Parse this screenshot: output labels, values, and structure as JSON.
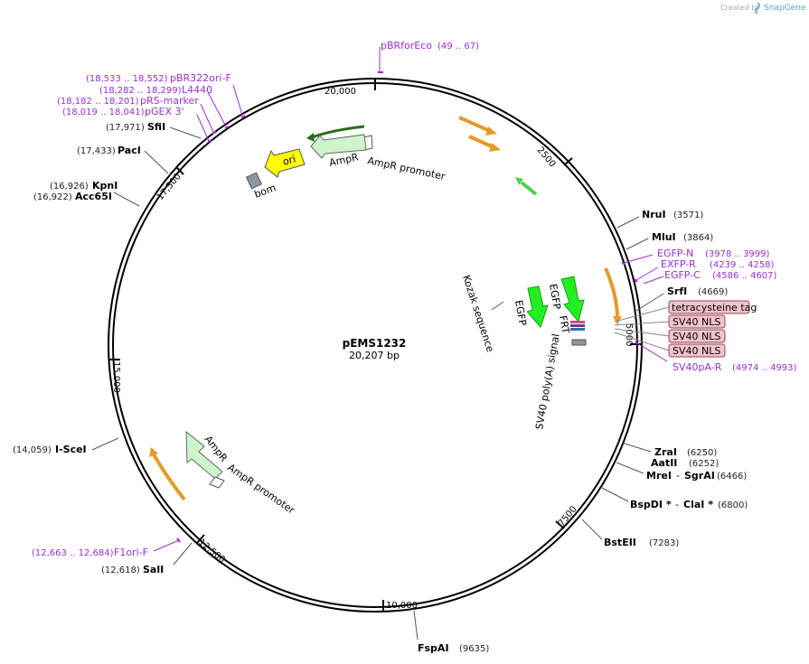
{
  "credit": {
    "created_by": "Created by",
    "brand": "SnapGene"
  },
  "plasmid": {
    "name": "pEMS1232",
    "length": "20,207 bp"
  },
  "ticks": [
    "20,000",
    "2500",
    "5000",
    "7500",
    "10,000",
    "12,500",
    "15,000",
    "17,500"
  ],
  "enzymes": [
    {
      "name": "NruI",
      "pos": "(3571)"
    },
    {
      "name": "MluI",
      "pos": "(3864)"
    },
    {
      "name": "SrfI",
      "pos": "(4669)"
    },
    {
      "name": "ZraI",
      "pos": "(6250)"
    },
    {
      "name": "AatII",
      "pos": "(6252)"
    },
    {
      "name": "MreI",
      "sep": "- ",
      "name2": "SgrAI",
      "pos": "(6466)"
    },
    {
      "name": "BspDI *",
      "sep": "- ",
      "name2": "ClaI *",
      "pos": "(6800)"
    },
    {
      "name": "BstEII",
      "pos": "(7283)"
    },
    {
      "name": "FspAI",
      "pos": "(9635)"
    },
    {
      "name": "SalI",
      "pos": "(12,618)"
    },
    {
      "name": "I-SceI",
      "pos": "(14,059)"
    },
    {
      "name": "Acc65I",
      "pos": "(16,922)"
    },
    {
      "name": "KpnI",
      "pos": "(16,926)"
    },
    {
      "name": "PacI",
      "pos": "(17,433)"
    },
    {
      "name": "SfiI",
      "pos": "(17,971)"
    }
  ],
  "primers": [
    {
      "name": "pBRforEco",
      "pos": "(49 .. 67)"
    },
    {
      "name": "EGFP-N",
      "pos": "(3978 .. 3999)"
    },
    {
      "name": "EXFP-R",
      "pos": "(4239 .. 4258)"
    },
    {
      "name": "EGFP-C",
      "pos": "(4586 .. 4607)"
    },
    {
      "name": "SV40pA-R",
      "pos": "(4974 .. 4993)"
    },
    {
      "name": "F1ori-F",
      "pos": "(12,663 .. 12,684)"
    },
    {
      "name": "pBR322ori-F",
      "pos": "(18,533 .. 18,552)"
    },
    {
      "name": "L4440",
      "pos": "(18,282 .. 18,299)"
    },
    {
      "name": "pRS-marker",
      "pos": "(18,182 .. 18,201)"
    },
    {
      "name": "pGEX 3'",
      "pos": "(18,019 .. 18,041)"
    }
  ],
  "features": {
    "tetracysteine": "tetracysteine tag",
    "sv40nls": [
      "SV40 NLS",
      "SV40 NLS",
      "SV40 NLS"
    ],
    "ampr_top": "AmpR",
    "ampr_promoter_top": "AmpR promoter",
    "ori": "ori",
    "bom": "bom",
    "kozak": "Kozak sequence",
    "egfp1": "EGFP",
    "egfp2": "EGFP",
    "frt": "FRT",
    "sv40polya": "SV40 poly(A) signal",
    "ampr_bottom": "AmpR",
    "ampr_promoter_bottom": "AmpR promoter"
  },
  "colors": {
    "backbone": "#000000",
    "primer": "#9b2fcf",
    "egfp": "#22ee22",
    "ampr": "#ccf5cc",
    "ori": "#ffff00",
    "orange_arrow": "#e39b2a",
    "tag_box": "#f4c3cc",
    "misc": "#8c96a0"
  }
}
